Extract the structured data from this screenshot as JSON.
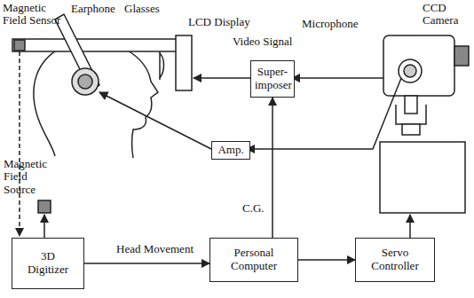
{
  "diagram": {
    "nodes": [
      {
        "text": [
          "Super- imposer"
        ]
      },
      {
        "text": [
          "Amp."
        ]
      },
      {
        "text": [
          "3D Digitizer"
        ]
      },
      {
        "text": [
          "Personal Computer"
        ]
      },
      {
        "text": [
          "Servo Controller"
        ]
      }
    ],
    "edges": [
      {
        "from": 2,
        "to": 3,
        "label": "Head Movement",
        "arrow": "to"
      },
      {
        "from": 3,
        "to": 0,
        "label": "C.G.",
        "arrow": "to"
      },
      {
        "from": 3,
        "to": 4,
        "arrow": "to"
      }
    ],
    "labels": [
      "Magnetic Field Sensor",
      "Earphone",
      "Glasses",
      "LCD Display",
      "CCD Camera",
      "Microphone",
      "Video Signal",
      "Magnetic Field Source"
    ]
  }
}
